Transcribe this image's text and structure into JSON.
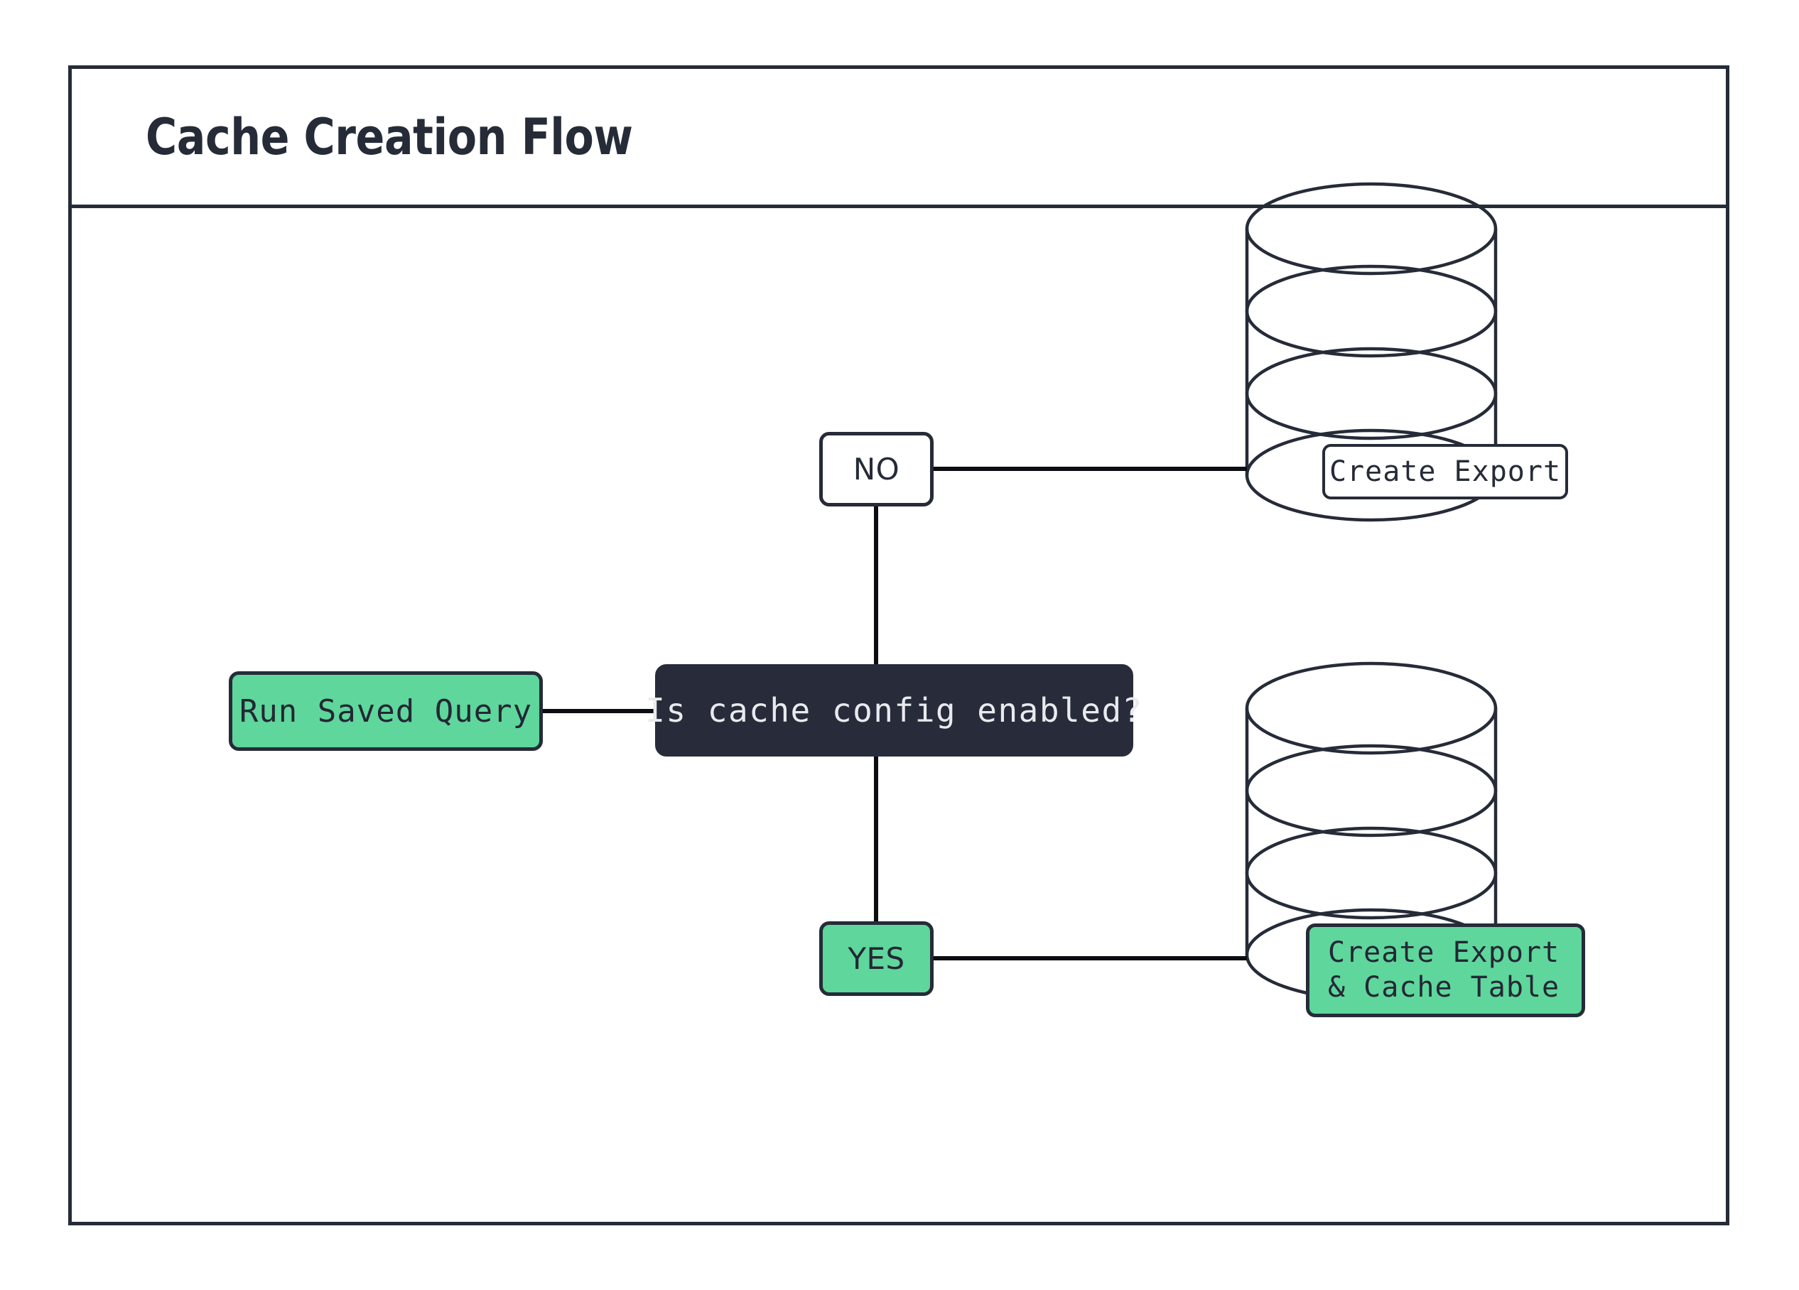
{
  "diagram": {
    "title": "Cache Creation Flow",
    "type": "flowchart",
    "colors": {
      "accent_green": "#5fd69b",
      "dark_navy": "#262b38",
      "decision_fill": "#282c3a",
      "decision_text": "#e8eaee",
      "background": "#ffffff",
      "stroke": "#262b38"
    },
    "nodes": [
      {
        "id": "run-saved-query",
        "label": "Run Saved Query",
        "shape": "rounded-rect",
        "style": "green",
        "font": "mono"
      },
      {
        "id": "decision",
        "label": "Is cache config enabled?",
        "shape": "rounded-rect",
        "style": "dark",
        "font": "mono"
      },
      {
        "id": "label-no",
        "label": "NO",
        "shape": "rounded-rect",
        "style": "white",
        "font": "sans"
      },
      {
        "id": "label-yes",
        "label": "YES",
        "shape": "rounded-rect",
        "style": "green",
        "font": "sans"
      },
      {
        "id": "create-export",
        "label": "Create Export",
        "shape": "rounded-rect",
        "style": "white",
        "font": "mono",
        "container": "database-cylinder-top"
      },
      {
        "id": "create-export-cache",
        "label_line1": "Create Export",
        "label_line2": "& Cache Table",
        "shape": "rounded-rect",
        "style": "green",
        "font": "mono",
        "container": "database-cylinder-bottom"
      }
    ],
    "containers": [
      {
        "id": "database-cylinder-top",
        "shape": "stacked-cylinder",
        "layers": 3
      },
      {
        "id": "database-cylinder-bottom",
        "shape": "stacked-cylinder",
        "layers": 3
      }
    ],
    "edges": [
      {
        "from": "run-saved-query",
        "to": "decision",
        "label": ""
      },
      {
        "from": "decision",
        "to": "label-no",
        "label": "NO"
      },
      {
        "from": "decision",
        "to": "label-yes",
        "label": "YES"
      },
      {
        "from": "label-no",
        "to": "database-cylinder-top",
        "label": ""
      },
      {
        "from": "label-yes",
        "to": "database-cylinder-bottom",
        "label": ""
      }
    ]
  }
}
